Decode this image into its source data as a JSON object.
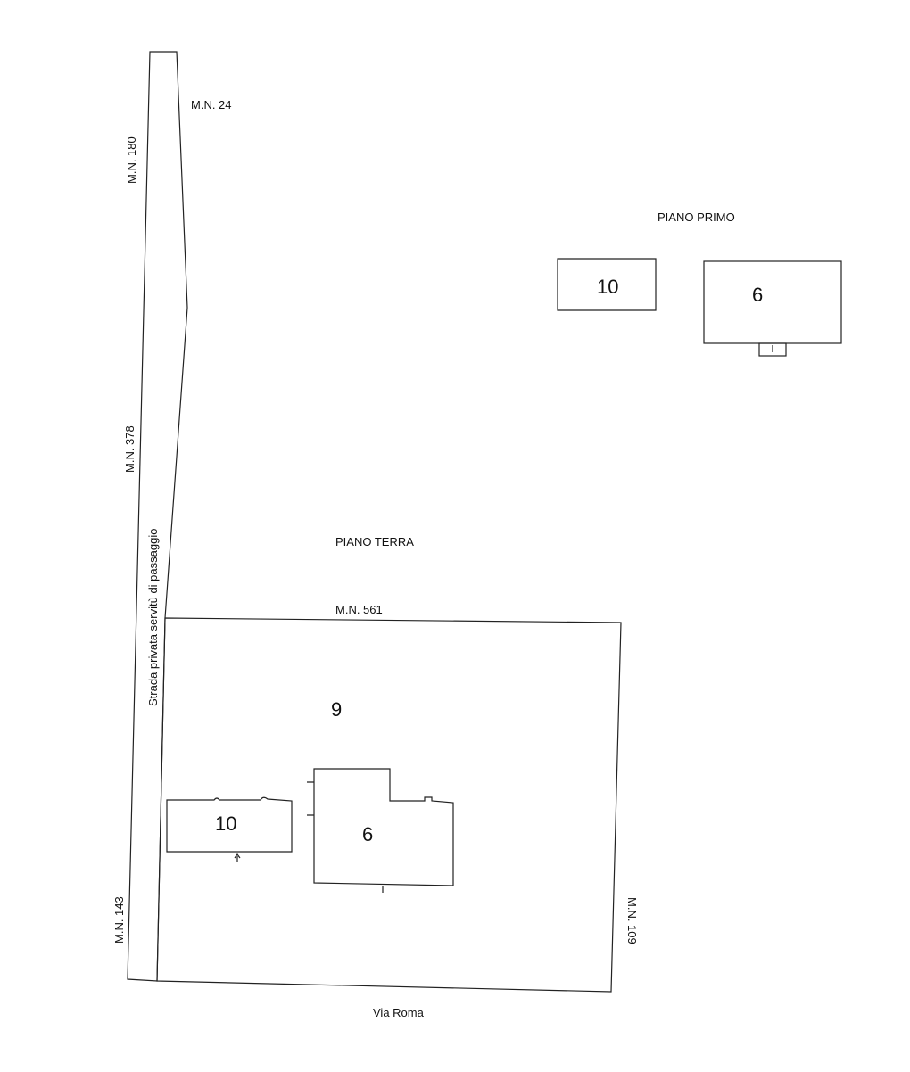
{
  "labels": {
    "mn_24": "M.N. 24",
    "mn_180": "M.N. 180",
    "mn_378": "M.N. 378",
    "mn_143": "M.N. 143",
    "mn_561": "M.N. 561",
    "mn_109": "M.N. 109",
    "road": "Strada privata servitù di passaggio",
    "street": "Via Roma",
    "piano_primo": "PIANO PRIMO",
    "piano_terra": "PIANO TERRA"
  },
  "parcels": {
    "lot": "9",
    "ground_10": "10",
    "ground_6": "6",
    "first_10": "10",
    "first_6": "6"
  }
}
